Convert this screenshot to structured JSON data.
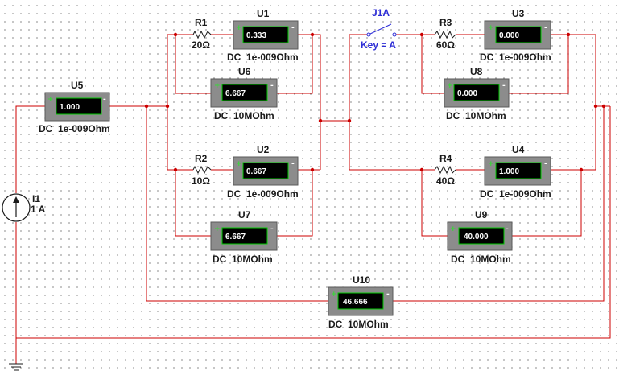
{
  "colors": {
    "wire": "#cc0000",
    "meter_body": "#8c8c8c",
    "meter_display": "#000000",
    "meter_border": "#00c800",
    "switch_label": "#2d2dd6",
    "text": "#1a1a1a"
  },
  "meters": {
    "U1": {
      "name": "U1",
      "value": "0.333",
      "mode": "DC",
      "resistance": "1e-009Ohm"
    },
    "U2": {
      "name": "U2",
      "value": "0.667",
      "mode": "DC",
      "resistance": "1e-009Ohm"
    },
    "U3": {
      "name": "U3",
      "value": "0.000",
      "mode": "DC",
      "resistance": "1e-009Ohm"
    },
    "U4": {
      "name": "U4",
      "value": "1.000",
      "mode": "DC",
      "resistance": "1e-009Ohm"
    },
    "U5": {
      "name": "U5",
      "value": "1.000",
      "mode": "DC",
      "resistance": "1e-009Ohm"
    },
    "U6": {
      "name": "U6",
      "value": "6.667",
      "mode": "DC",
      "resistance": "10MOhm"
    },
    "U7": {
      "name": "U7",
      "value": "6.667",
      "mode": "DC",
      "resistance": "10MOhm"
    },
    "U8": {
      "name": "U8",
      "value": "0.000",
      "mode": "DC",
      "resistance": "10MOhm"
    },
    "U9": {
      "name": "U9",
      "value": "40.000",
      "mode": "DC",
      "resistance": "10MOhm"
    },
    "U10": {
      "name": "U10",
      "value": "46.666",
      "mode": "DC",
      "resistance": "10MOhm"
    }
  },
  "resistors": {
    "R1": {
      "name": "R1",
      "value": "20Ω"
    },
    "R2": {
      "name": "R2",
      "value": "10Ω"
    },
    "R3": {
      "name": "R3",
      "value": "60Ω"
    },
    "R4": {
      "name": "R4",
      "value": "40Ω"
    }
  },
  "switch": {
    "name": "J1A",
    "key": "Key = A"
  },
  "source": {
    "name": "I1",
    "value": "1 A"
  },
  "symbols": {
    "plus": "+",
    "minus": "-"
  }
}
